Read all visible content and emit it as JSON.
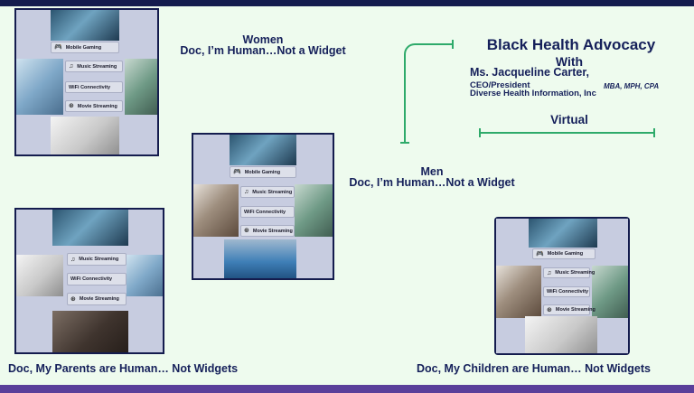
{
  "women_title": "Women",
  "women_subtitle": "Doc, I’m Human…Not a Widget",
  "men_title": "Men",
  "men_subtitle": "Doc, I’m Human…Not a Widget",
  "event": {
    "title": "Black Health Advocacy",
    "with": "With",
    "speaker": "Ms. Jacqueline Carter,",
    "role": "CEO/President",
    "credentials": "MBA, MPH, CPA",
    "org": "Diverse Health Information, Inc",
    "mode": "Virtual"
  },
  "parents_caption": "Doc, My Parents are Human… Not Widgets",
  "children_caption": "Doc, My Children are Human… Not Widgets",
  "menu": {
    "gaming": "Mobile Gaming",
    "music": "Music Streaming",
    "wifi": "WiFi Connectivity",
    "movie": "Movie Streaming"
  },
  "icons": {
    "gaming": "🎮",
    "music": "♫",
    "movie": "⊛"
  },
  "colors": {
    "background": "#eefbee",
    "navy": "#141c4e",
    "purple_bar": "#5a3f9a",
    "accent_green": "#2eaa6a"
  }
}
